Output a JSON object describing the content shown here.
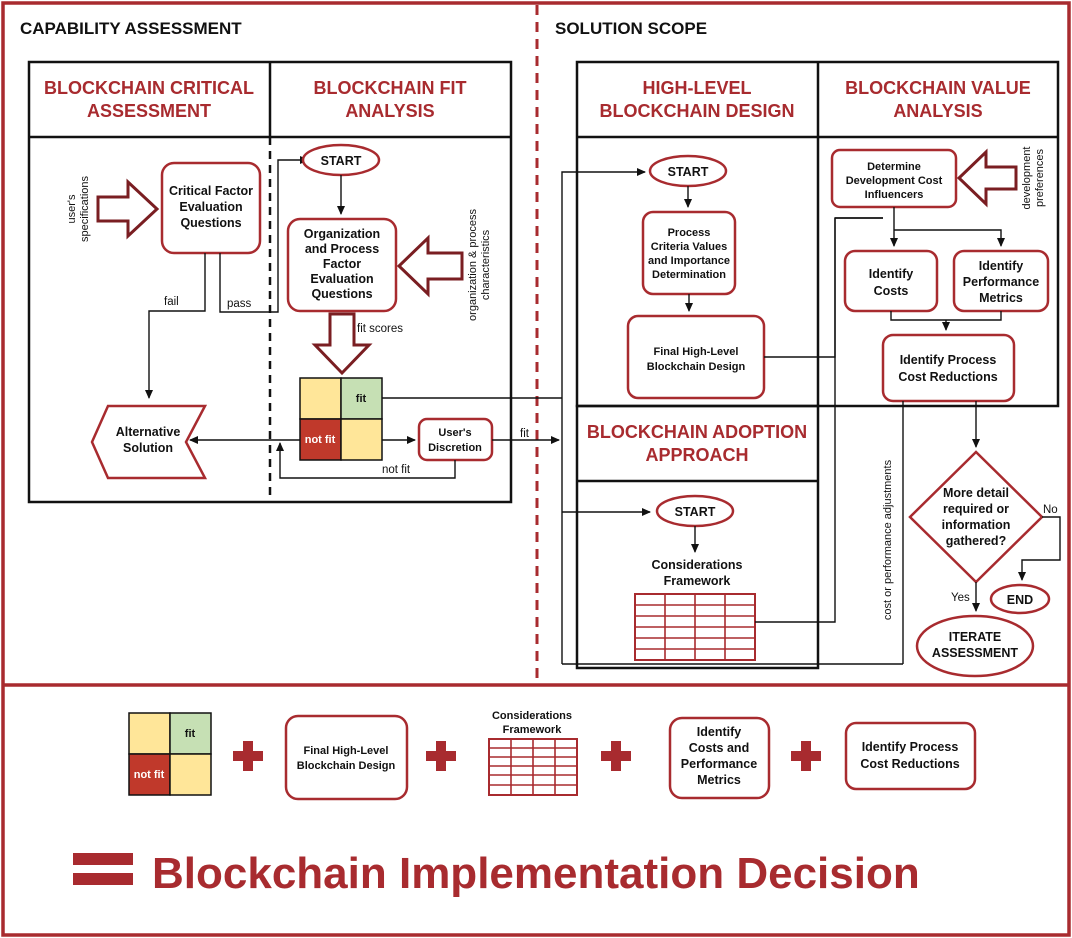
{
  "sections": {
    "capability": "CAPABILITY ASSESSMENT",
    "solution": "SOLUTION SCOPE"
  },
  "columns": {
    "critical_1": "BLOCKCHAIN CRITICAL",
    "critical_2": "ASSESSMENT",
    "fit_1": "BLOCKCHAIN FIT",
    "fit_2": "ANALYSIS",
    "design_1": "HIGH-LEVEL",
    "design_2": "BLOCKCHAIN DESIGN",
    "value_1": "BLOCKCHAIN VALUE",
    "value_2": "ANALYSIS",
    "adoption_1": "BLOCKCHAIN ADOPTION",
    "adoption_2": "APPROACH"
  },
  "nodes": {
    "critical_1": "Critical Factor",
    "critical_2": "Evaluation",
    "critical_3": "Questions",
    "users_spec_1": "user's",
    "users_spec_2": "specifications",
    "fail": "fail",
    "pass": "pass",
    "alt_1": "Alternative",
    "alt_2": "Solution",
    "start": "START",
    "org_1": "Organization",
    "org_2": "and Process",
    "org_3": "Factor",
    "org_4": "Evaluation",
    "org_5": "Questions",
    "org_char_1": "organization & process",
    "org_char_2": "characteristics",
    "fit_scores": "fit scores",
    "fit": "fit",
    "not_fit": "not fit",
    "discretion_1": "User's",
    "discretion_2": "Discretion",
    "fit_out": "fit",
    "not_fit_loop": "not fit",
    "process_1": "Process",
    "process_2": "Criteria Values",
    "process_3": "and Importance",
    "process_4": "Determination",
    "final_1": "Final High-Level",
    "final_2": "Blockchain Design",
    "dev_cost_1": "Determine",
    "dev_cost_2": "Development Cost",
    "dev_cost_3": "Influencers",
    "dev_pref_1": "development",
    "dev_pref_2": "preferences",
    "costs_1": "Identify",
    "costs_2": "Costs",
    "perf_1": "Identify",
    "perf_2": "Performance",
    "perf_3": "Metrics",
    "reductions_1": "Identify Process",
    "reductions_2": "Cost Reductions",
    "adjust": "cost or performance adjustments",
    "decision_1": "More detail",
    "decision_2": "required or",
    "decision_3": "information",
    "decision_4": "gathered?",
    "no": "No",
    "yes": "Yes",
    "end": "END",
    "iterate_1": "ITERATE",
    "iterate_2": "ASSESSMENT",
    "considerations_1": "Considerations",
    "considerations_2": "Framework"
  },
  "equation": {
    "fit": "fit",
    "not_fit": "not fit",
    "final_1": "Final High-Level",
    "final_2": "Blockchain Design",
    "cons_1": "Considerations",
    "cons_2": "Framework",
    "costs_1": "Identify",
    "costs_2": "Costs and",
    "costs_3": "Performance",
    "costs_4": "Metrics",
    "red_1": "Identify Process",
    "red_2": "Cost Reductions",
    "decision": "Blockchain Implementation Decision"
  },
  "colors": {
    "accent": "#a82b2f",
    "fit_green": "#c6e0b4",
    "neutral_yellow": "#ffe699",
    "notfit_red": "#c0392b"
  }
}
